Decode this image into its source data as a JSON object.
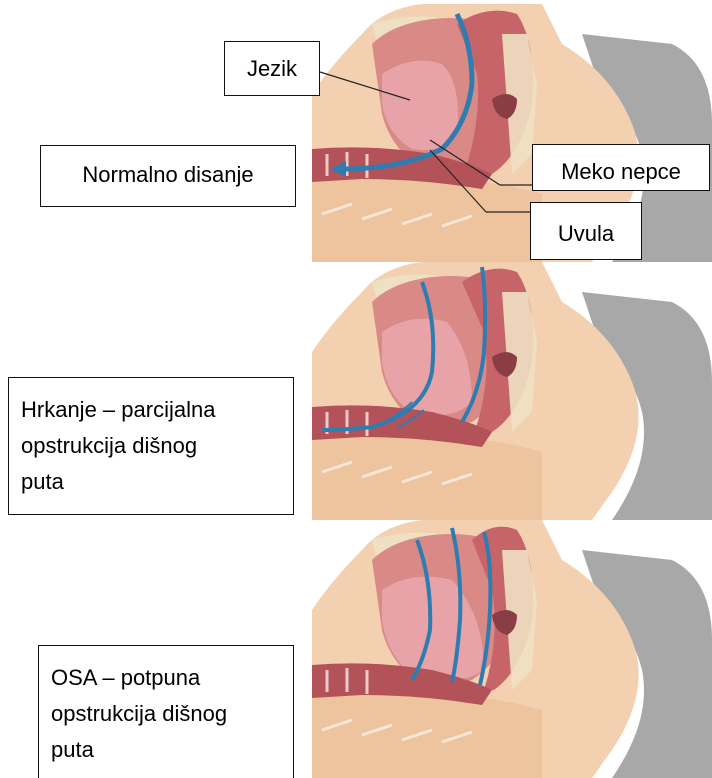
{
  "labels": {
    "jezik": "Jezik",
    "normalno_disanje": "Normalno disanje",
    "meko_nepce": "Meko nepce",
    "uvula": "Uvula",
    "hrkanje": [
      "Hrkanje – parcijalna",
      "opstrukcija dišnog",
      "puta"
    ],
    "osa": [
      "OSA – potpuna",
      "opstrukcija dišnog",
      "puta"
    ]
  },
  "colors": {
    "skin": "#f3d1b0",
    "skin_dark": "#e8b98f",
    "tissue": "#d98a86",
    "tissue_dark": "#b4525a",
    "tongue": "#e7a3a8",
    "bone": "#efe0c3",
    "pillow": "#a8a8a8",
    "airflow": "#2f7cb0"
  }
}
